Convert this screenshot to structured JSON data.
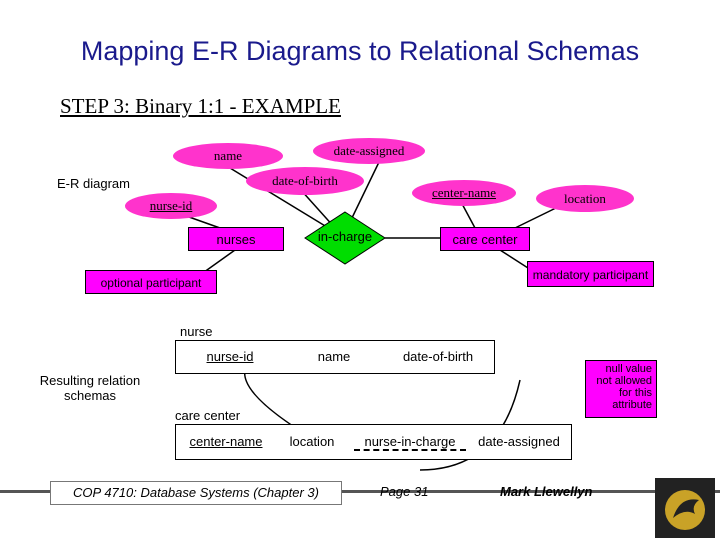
{
  "slide": {
    "title": "Mapping E-R Diagrams to Relational Schemas",
    "step": "STEP 3: Binary 1:1 - EXAMPLE"
  },
  "er": {
    "label": "E-R diagram",
    "attributes": {
      "name": "name",
      "date_assigned": "date-assigned",
      "date_of_birth": "date-of-birth",
      "nurse_id": "nurse-id",
      "center_name": "center-name",
      "location": "location"
    },
    "entity_nurses": "nurses",
    "relationship": "in-charge",
    "entity_care_center": "care center",
    "optional_participant": "optional participant",
    "mandatory_participant": "mandatory participant"
  },
  "relations": {
    "label": "Resulting relation schemas",
    "nurse": {
      "name": "nurse",
      "columns": [
        "nurse-id",
        "name",
        "date-of-birth"
      ]
    },
    "care_center": {
      "name": "care center",
      "columns": [
        "center-name",
        "location",
        "nurse-in-charge",
        "date-assigned"
      ]
    },
    "note": "null value not allowed for this attribute"
  },
  "footer": {
    "course": "COP 4710: Database Systems (Chapter 3)",
    "page": "Page 31",
    "author": "Mark Llewellyn"
  },
  "colors": {
    "oval": "#ff33cc",
    "entity": "#ff00ff",
    "relationship": "#00dd00",
    "title": "#1a1a8c"
  }
}
